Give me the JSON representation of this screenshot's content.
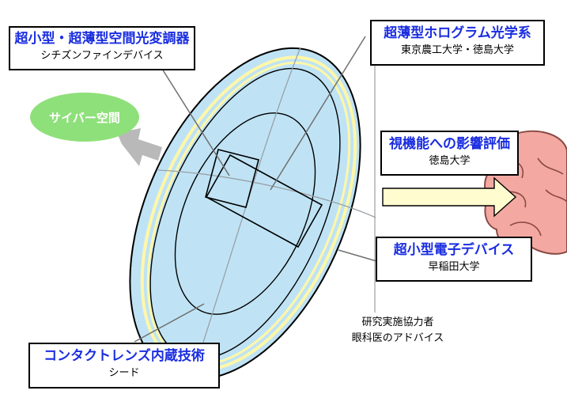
{
  "labels": {
    "modulator": {
      "title": "超小型・超薄型空間光変調器",
      "sub": "シチズンファインデバイス"
    },
    "optics": {
      "title": "超薄型ホログラム光学系",
      "sub": "東京農工大学・徳島大学"
    },
    "vision": {
      "title": "視機能への影響評価",
      "sub": "徳島大学"
    },
    "device": {
      "title": "超小型電子デバイス",
      "sub": "早稲田大学"
    },
    "lens": {
      "title": "コンタクトレンズ内蔵技術",
      "sub": "シード"
    }
  },
  "cyber_space": "サイバー空間",
  "cooperator": {
    "line1": "研究実施協力者",
    "line2": "眼科医のアドバイス"
  },
  "colors": {
    "title_text": "#1a2de0",
    "lens_fill": "#bfe3f5",
    "lens_ring": "#fff7a8",
    "cloud": "#8ee07a",
    "bolt": "#b9b9b9",
    "brain": "#f4a8a2",
    "arrow": "#fffccf"
  }
}
